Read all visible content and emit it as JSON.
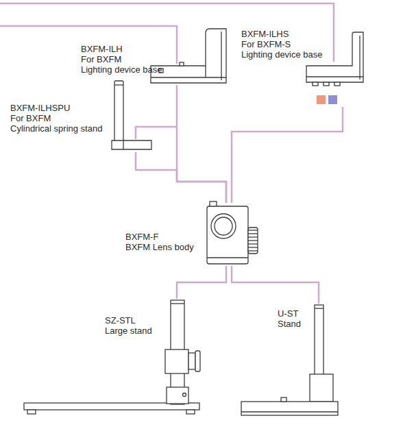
{
  "diagram": {
    "nodes": [
      {
        "text": [
          "BXFM-ILH",
          "For BXFM",
          "Lighting device base"
        ]
      },
      {
        "text": [
          "BXFM-ILHS",
          "For BXFM-S",
          "Lighting device base"
        ]
      },
      {
        "text": [
          "BXFM-ILHSPU",
          "For BXFM",
          "Cylindrical spring stand"
        ]
      },
      {
        "text": [
          "BXFM-F",
          "BXFM Lens body"
        ]
      },
      {
        "text": [
          "SZ-STL",
          "Large stand"
        ]
      },
      {
        "text": [
          "U-ST",
          "Stand"
        ]
      }
    ],
    "edges": [
      {
        "from": 0,
        "to": 3,
        "arrow": "none"
      },
      {
        "from": 2,
        "to": 3,
        "arrow": "none"
      },
      {
        "from": 1,
        "to": 3,
        "arrow": "none"
      },
      {
        "from": 3,
        "to": 4,
        "arrow": "none"
      },
      {
        "from": 3,
        "to": 5,
        "arrow": "none"
      }
    ]
  }
}
